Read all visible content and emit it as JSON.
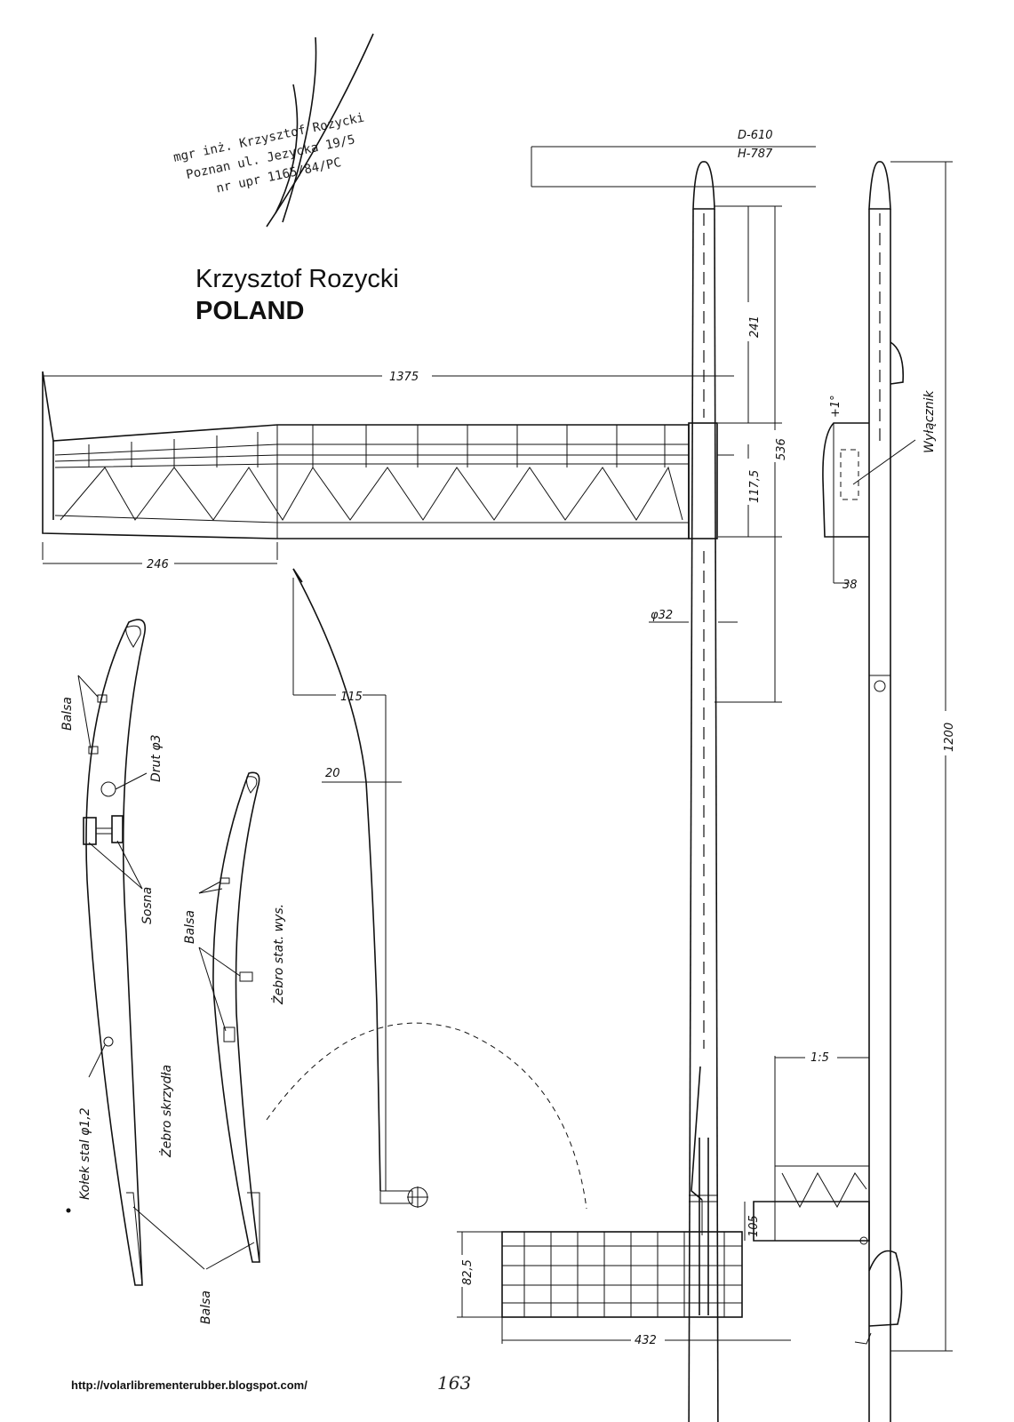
{
  "author": {
    "name": "Krzysztof Rozycki",
    "country": "POLAND"
  },
  "stamp": {
    "line1": "mgr inż. Krzysztof Rozycki",
    "line2": "Poznan ul. Jezycka 19/5",
    "line3": "nr upr 1165/84/PC"
  },
  "dimensions": {
    "d610": "D-610",
    "h787": "H-787",
    "span": "1375",
    "tip": "246",
    "d241": "241",
    "d536": "536",
    "d117": "117,5",
    "d432a": "φ32",
    "d38": "38",
    "d115": "115",
    "d20": "20",
    "d1200": "1200",
    "d1_5": "1:5",
    "d105": "105",
    "d825": "82,5",
    "d432": "432",
    "plus1": "+1°"
  },
  "labels": {
    "balsa": "Balsa",
    "drut": "Drut φ3",
    "sosna": "Sosna",
    "kolek": "Kołek stal φ1,2",
    "zebro_skrzydla": "Żebro skrzydła",
    "zebro_stat": "Żebro stat. wys.",
    "wylacznik": "Wyłącznik"
  },
  "footer": {
    "url": "http://volarlibrementerubber.blogspot.com/",
    "page": "163"
  }
}
